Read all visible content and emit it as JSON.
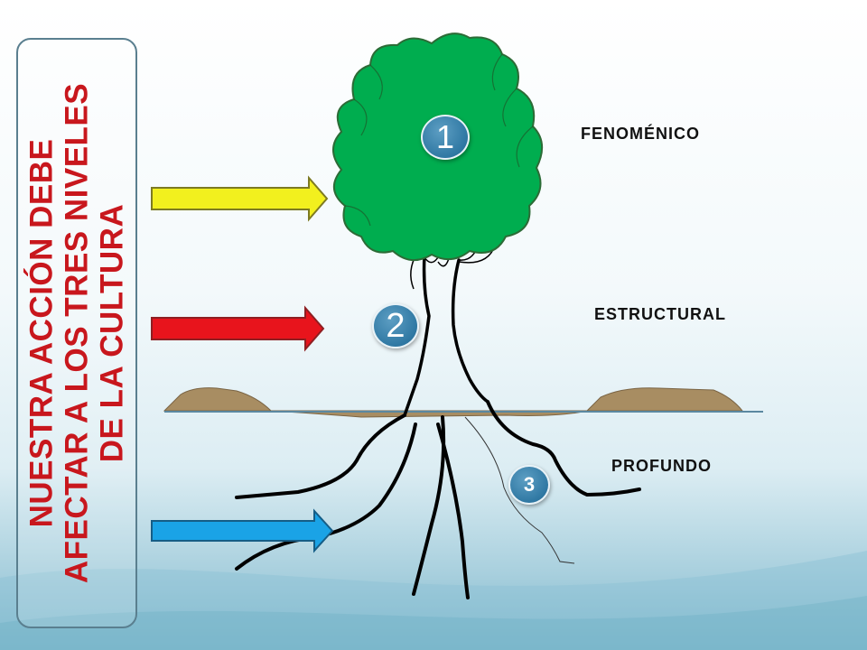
{
  "title_box": {
    "text": "NUESTRA ACCIÓN DEBE\nAFECTAR A LOS TRES NIVELES\nDE LA CULTURA"
  },
  "levels": [
    {
      "label": "FENOMÉNICO",
      "number": "1"
    },
    {
      "label": "ESTRUCTURAL",
      "number": "2"
    },
    {
      "label": "PROFUNDO",
      "number": "3"
    }
  ],
  "colors": {
    "title_text": "#c8171d",
    "arrow_phenomenal": "#f2f01e",
    "arrow_structural": "#e8141c",
    "arrow_deep": "#1aa3e6",
    "canopy": "#00ad4f",
    "badge": "#2f78a3"
  }
}
